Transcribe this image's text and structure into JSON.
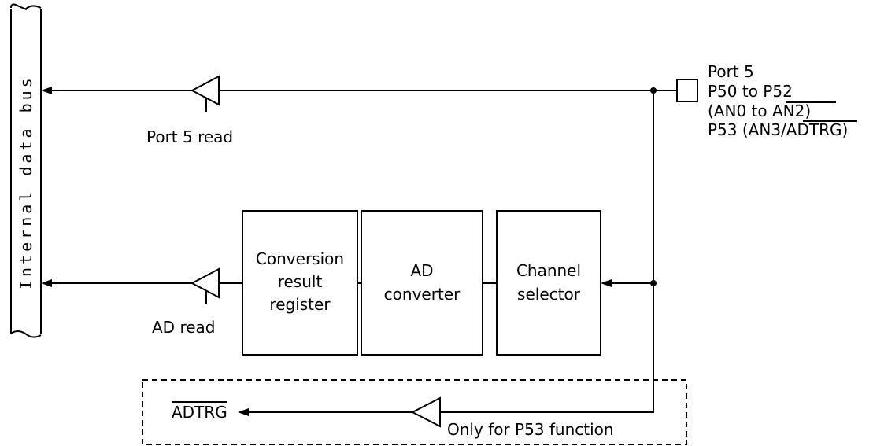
{
  "bus": {
    "label": "Internal data bus"
  },
  "port": {
    "title": "Port 5",
    "line1": "P50 to P52",
    "line2_prefix": "(AN0 to A",
    "line2_over": "N2)",
    "line3_prefix": "P53 (AN3/",
    "line3_over": "ADTRG",
    "line3_suffix": ")"
  },
  "buffers": {
    "port_read": "Port 5 read",
    "ad_read": "AD read",
    "p53_only": "Only for P53 function"
  },
  "blocks": {
    "conversion": [
      "Conversion",
      "result",
      "register"
    ],
    "adc": [
      "AD",
      "converter"
    ],
    "selector": [
      "Channel",
      "selector"
    ]
  },
  "adtrg_signal": "ADTRG"
}
